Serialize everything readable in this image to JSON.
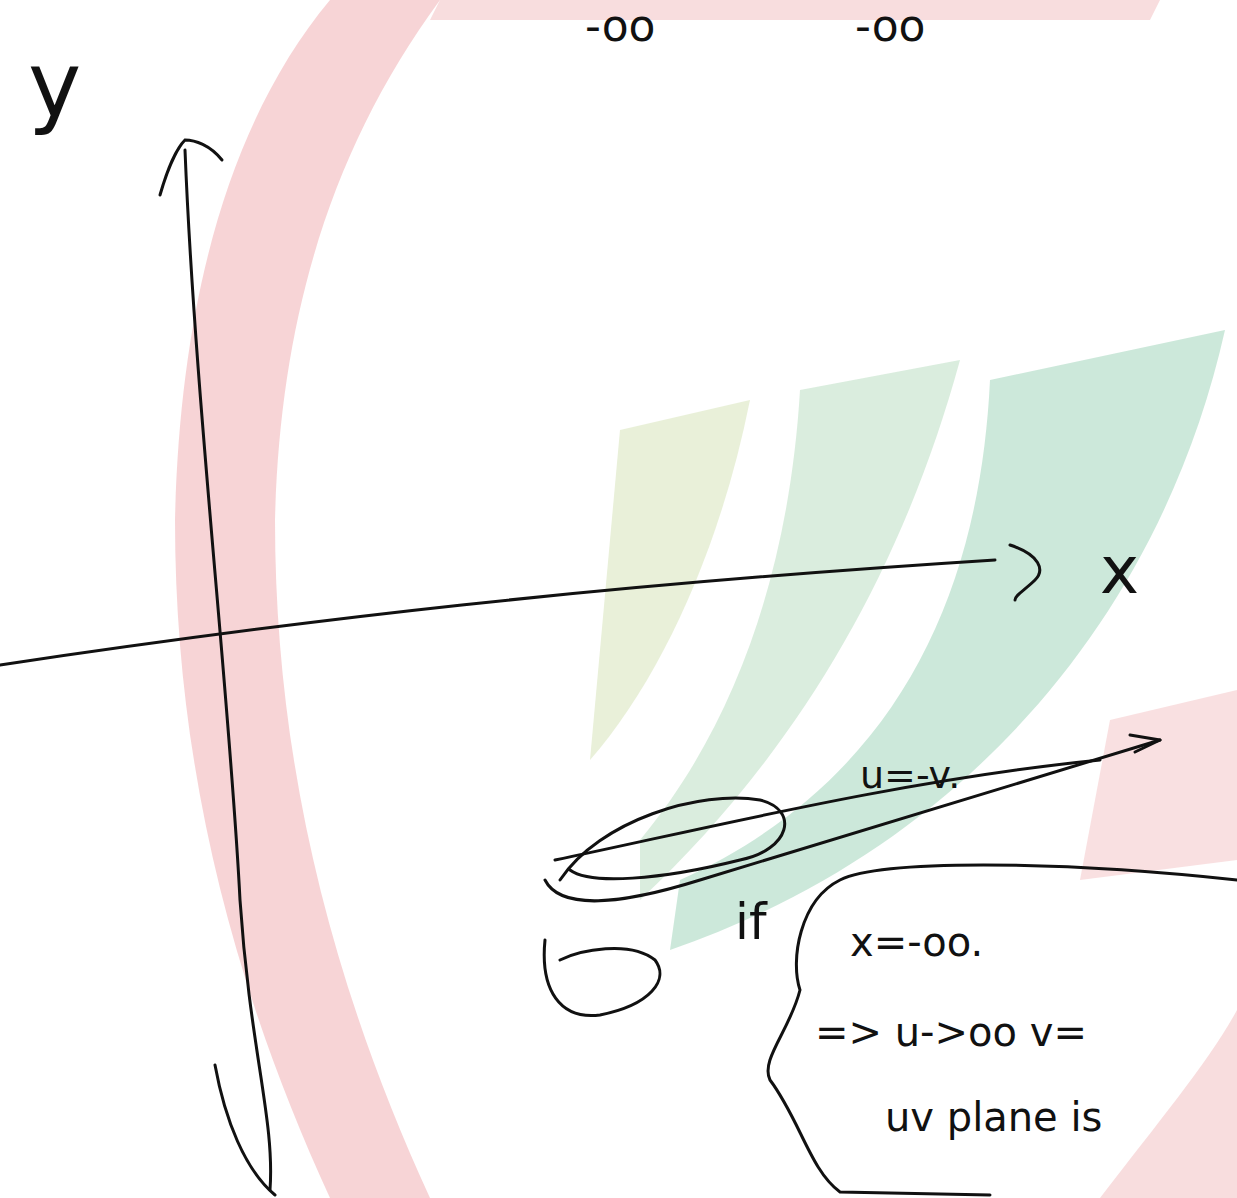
{
  "diagram": {
    "labels": [
      "-oo",
      "-oo",
      "y",
      "x",
      "u=-v.",
      "if",
      "x=-oo.",
      "=> u->oo v=",
      "uv plane is"
    ]
  }
}
